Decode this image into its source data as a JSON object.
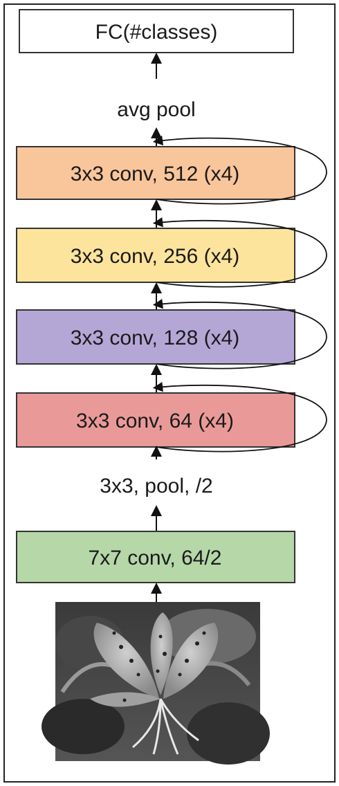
{
  "diagram": {
    "blocks": [
      {
        "label": "FC(#classes)",
        "color": "#ffffff"
      },
      {
        "label": "3x3 conv, 512 (x4)",
        "color": "#f9c59b"
      },
      {
        "label": "3x3 conv, 256 (x4)",
        "color": "#fde49c"
      },
      {
        "label": "3x3 conv, 128 (x4)",
        "color": "#b4a7d6"
      },
      {
        "label": "3x3 conv, 64 (x4)",
        "color": "#ea9999"
      },
      {
        "label": "7x7 conv, 64/2",
        "color": "#b6d7a8"
      }
    ],
    "avg_pool_label": "avg pool",
    "pool_label": "3x3, pool, /2",
    "input_image": "grayscale photo of a spotted lily flower"
  }
}
